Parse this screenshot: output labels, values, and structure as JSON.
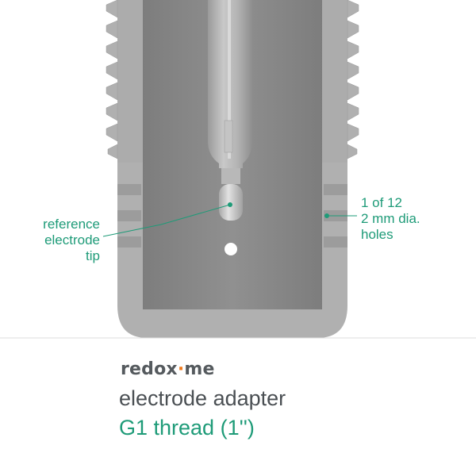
{
  "colors": {
    "accent": "#1e9b78",
    "brand_accent": "#f07a1c",
    "text_dark": "#4a4f53",
    "metal_light": "#b2b2b2",
    "metal_mid": "#9e9e9e",
    "cavity": "#8a8a8a"
  },
  "callouts": {
    "reference_tip": [
      "reference",
      "electrode",
      "tip"
    ],
    "hole": [
      "1 of 12",
      "2 mm dia.",
      "holes"
    ]
  },
  "branding": {
    "brand_pre": "redox",
    "brand_accent": "·",
    "brand_post": "me",
    "title": "electrode adapter",
    "spec": "G1 thread (1'')"
  }
}
